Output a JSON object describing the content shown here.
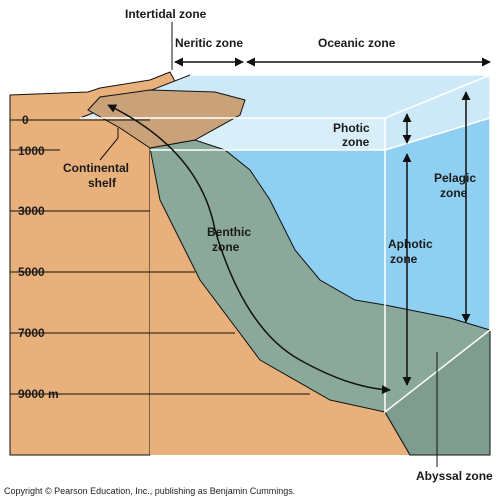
{
  "labels": {
    "intertidal_zone": "Intertidal zone",
    "neritic_zone": "Neritic zone",
    "oceanic_zone": "Oceanic zone",
    "photic_zone_line1": "Photic",
    "photic_zone_line2": "zone",
    "pelagic_zone_line1": "Pelagic",
    "pelagic_zone_line2": "zone",
    "aphotic_zone_line1": "Aphotic",
    "aphotic_zone_line2": "zone",
    "continental_shelf_line1": "Continental",
    "continental_shelf_line2": "shelf",
    "benthic_zone_line1": "Benthic",
    "benthic_zone_line2": "zone",
    "abyssal_zone": "Abyssal zone"
  },
  "depth_ticks": [
    "0",
    "1000",
    "3000",
    "5000",
    "7000",
    "9000 m"
  ],
  "copyright": "Copyright © Pearson Education, Inc., publishing as Benjamin Cummings.",
  "colors": {
    "sediment": "#e8b07a",
    "sediment_dark": "#d9995e",
    "water_light": "#cde9f8",
    "water": "#8fd0f2",
    "benthic": "#8aa99a",
    "benthic_dark": "#6f8f80",
    "shelf_top": "#c9a27a",
    "outline": "#111111"
  }
}
